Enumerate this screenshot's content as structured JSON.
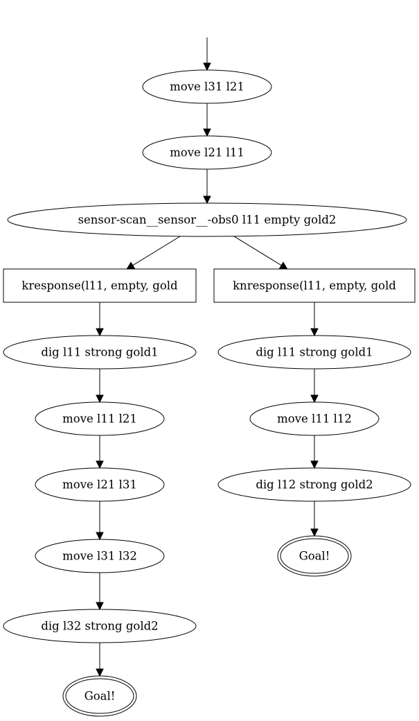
{
  "diagram": {
    "nodes": [
      {
        "id": "n1",
        "label": "move l31 l21",
        "shape": "ellipse"
      },
      {
        "id": "n2",
        "label": "move l21 l11",
        "shape": "ellipse"
      },
      {
        "id": "n3",
        "label": "sensor-scan__sensor__-obs0 l11 empty gold2",
        "shape": "ellipse"
      },
      {
        "id": "n4",
        "label": "kresponse(l11, empty, gold",
        "shape": "box"
      },
      {
        "id": "n5",
        "label": "knresponse(l11, empty, gold",
        "shape": "box"
      },
      {
        "id": "n6",
        "label": "dig l11 strong gold1",
        "shape": "ellipse"
      },
      {
        "id": "n7",
        "label": "dig l11 strong gold1",
        "shape": "ellipse"
      },
      {
        "id": "n8",
        "label": "move l11 l21",
        "shape": "ellipse"
      },
      {
        "id": "n9",
        "label": "move l11 l12",
        "shape": "ellipse"
      },
      {
        "id": "n10",
        "label": "move l21 l31",
        "shape": "ellipse"
      },
      {
        "id": "n11",
        "label": "dig l12 strong gold2",
        "shape": "ellipse"
      },
      {
        "id": "n12",
        "label": "move l31 l32",
        "shape": "ellipse"
      },
      {
        "id": "n13",
        "label": "Goal!",
        "shape": "doublecircle"
      },
      {
        "id": "n14",
        "label": "dig l32 strong gold2",
        "shape": "ellipse"
      },
      {
        "id": "n15",
        "label": "Goal!",
        "shape": "doublecircle"
      }
    ],
    "edges": [
      {
        "from": "start",
        "to": "n1"
      },
      {
        "from": "n1",
        "to": "n2"
      },
      {
        "from": "n2",
        "to": "n3"
      },
      {
        "from": "n3",
        "to": "n4"
      },
      {
        "from": "n3",
        "to": "n5"
      },
      {
        "from": "n4",
        "to": "n6"
      },
      {
        "from": "n5",
        "to": "n7"
      },
      {
        "from": "n6",
        "to": "n8"
      },
      {
        "from": "n7",
        "to": "n9"
      },
      {
        "from": "n8",
        "to": "n10"
      },
      {
        "from": "n9",
        "to": "n11"
      },
      {
        "from": "n10",
        "to": "n12"
      },
      {
        "from": "n11",
        "to": "n13"
      },
      {
        "from": "n12",
        "to": "n14"
      },
      {
        "from": "n14",
        "to": "n15"
      }
    ]
  }
}
